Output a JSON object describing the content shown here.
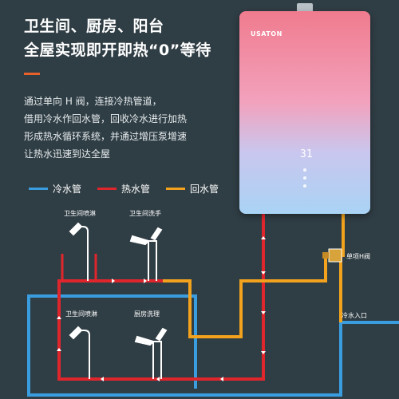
{
  "headline": {
    "line1": "卫生间、厨房、阳台",
    "line2": "全屋实现即开即热“0”等待"
  },
  "description": [
    "通过单向 H 阀，连接冷热管道，",
    "借用冷水作回水管，回收冷水进行加热",
    "形成热水循环系统，并通过增压泵增速",
    "让热水迅速到达全屋"
  ],
  "legend": {
    "cold": "冷水管",
    "hot": "热水管",
    "return": "回水管"
  },
  "heater": {
    "brand": "USATON",
    "display": "31"
  },
  "fixtures": {
    "shower_top": "卫生间喷淋",
    "faucet_top": "卫生间洗手",
    "shower_bottom": "卫生间喷淋",
    "faucet_bottom": "厨房洗理"
  },
  "valve_label": "单项H阀",
  "inlet_label": "冷水入口",
  "colors": {
    "background": "#2f3d44",
    "cold": "#3a9de0",
    "hot": "#e0262d",
    "return": "#f2a21d",
    "accent": "#e8602a"
  }
}
